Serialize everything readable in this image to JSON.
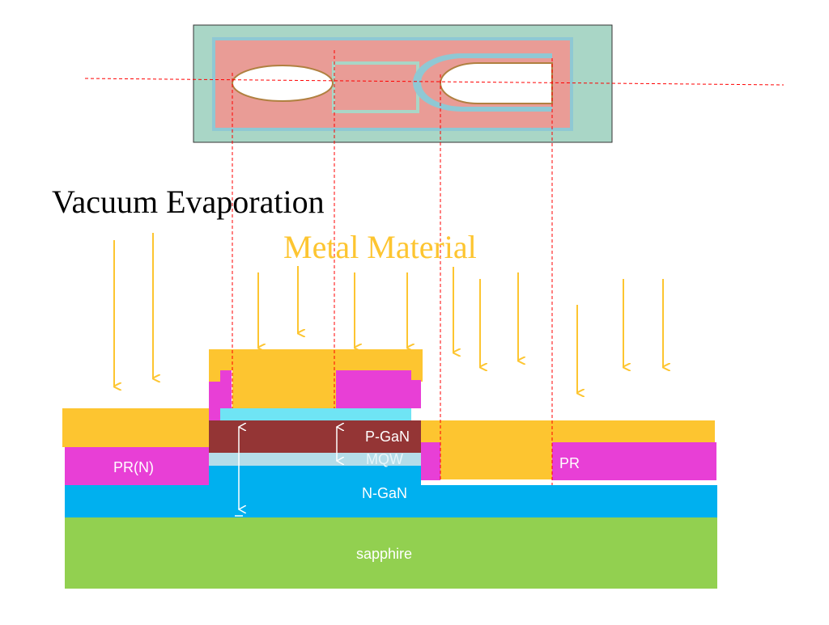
{
  "heading": "Vacuum Evaporation",
  "subheading": "Metal Material",
  "layers": {
    "sapphire": "sapphire",
    "n_gan": "N-GaN",
    "mqw": "MQW",
    "p_gan": "P-GaN",
    "pr_left": "PR(N)",
    "pr_right": "PR"
  },
  "colors": {
    "metal": "#fdc530",
    "photoresist": "#e83fd6",
    "n_gan": "#00b0ef",
    "p_gan": "#943535",
    "mqw": "#b5dde9",
    "mqw_top": "#6fe4f4",
    "sapphire": "#92d050",
    "guide_line": "#ff0000",
    "arrow": "#fdc530",
    "micrograph_bg": "#a8d8c4",
    "micrograph_pad": "#e89a94"
  },
  "icons": {
    "deposition_arrow": "down-arrow-icon",
    "thickness_marker": "double-arrow-icon"
  }
}
